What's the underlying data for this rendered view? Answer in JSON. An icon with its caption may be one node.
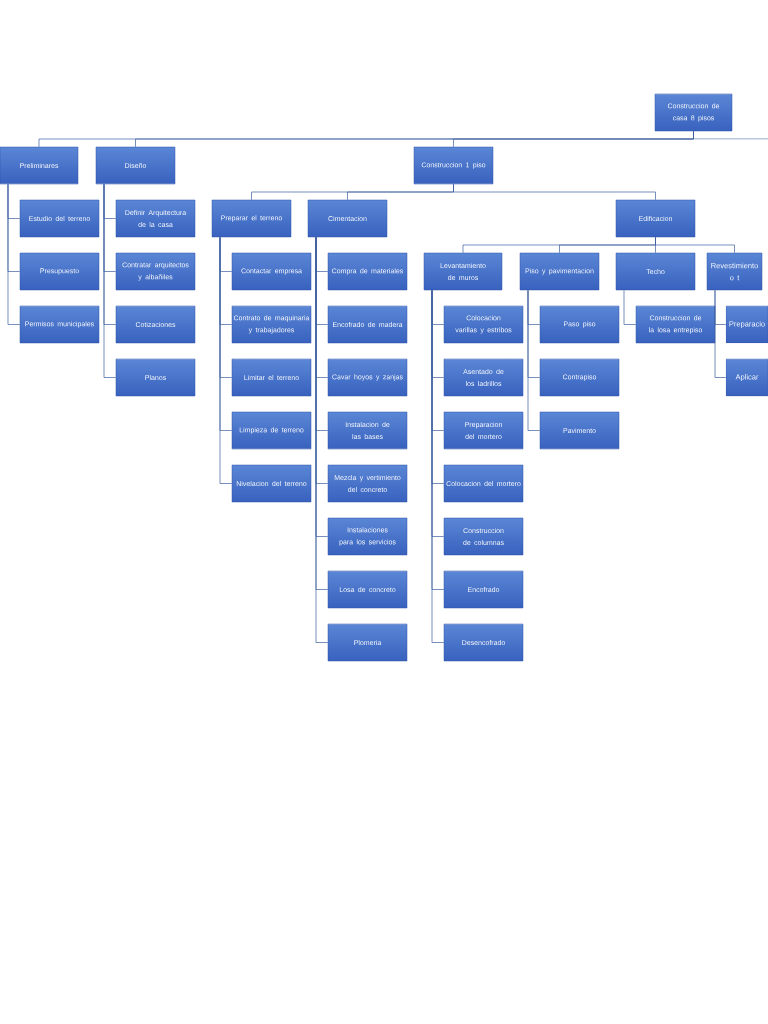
{
  "diagram": {
    "nodes": [
      {
        "text": [
          "Construccion de casa 8 pisos"
        ]
      },
      {
        "text": [
          "Preliminares"
        ]
      },
      {
        "text": [
          "Diseño"
        ]
      },
      {
        "text": [
          "Construccion 1 piso"
        ]
      },
      {
        "text": [
          "Estudio del terreno"
        ]
      },
      {
        "text": [
          "Presupuesto"
        ]
      },
      {
        "text": [
          "Permisos municipales"
        ]
      },
      {
        "text": [
          "Definir Arquitectura de la casa"
        ]
      },
      {
        "text": [
          "Contratar arquitectos y albañiles"
        ]
      },
      {
        "text": [
          "Cotizaciones"
        ]
      },
      {
        "text": [
          "Planos"
        ]
      },
      {
        "text": [
          "Preparar el terreno"
        ]
      },
      {
        "text": [
          "Cimentacion"
        ]
      },
      {
        "text": [
          "Edificacion"
        ]
      },
      {
        "text": [
          "Contactar empresa"
        ]
      },
      {
        "text": [
          "Contrato de maquinaria y trabajadores"
        ]
      },
      {
        "text": [
          "Limitar el terreno"
        ]
      },
      {
        "text": [
          "Limpieza de terreno"
        ]
      },
      {
        "text": [
          "Nivelacion del terreno"
        ]
      },
      {
        "text": [
          "Compra de materiales"
        ]
      },
      {
        "text": [
          "Encofrado de madera"
        ]
      },
      {
        "text": [
          "Cavar hoyos y zanjas"
        ]
      },
      {
        "text": [
          "Instalacion de las bases"
        ]
      },
      {
        "text": [
          "Mezcla y vertimiento del concreto"
        ]
      },
      {
        "text": [
          "Instalaciones para los servicios"
        ]
      },
      {
        "text": [
          "Losa de concreto"
        ]
      },
      {
        "text": [
          "Plomeria"
        ]
      },
      {
        "text": [
          "Levantamiento de muros"
        ]
      },
      {
        "text": [
          "Piso y pavimentacion"
        ]
      },
      {
        "text": [
          "Techo"
        ]
      },
      {
        "text": [
          "Revestimiento o t"
        ]
      },
      {
        "text": [
          "Colocacion varillas y estribos"
        ]
      },
      {
        "text": [
          "Asentado de los ladrillos"
        ]
      },
      {
        "text": [
          "Preparacion del mortero"
        ]
      },
      {
        "text": [
          "Colocacion del mortero"
        ]
      },
      {
        "text": [
          "Construccion de columnas"
        ]
      },
      {
        "text": [
          "Encofrado"
        ]
      },
      {
        "text": [
          "Desencofrado"
        ]
      },
      {
        "text": [
          "Paso piso"
        ]
      },
      {
        "text": [
          "Contrapiso"
        ]
      },
      {
        "text": [
          "Pavimento"
        ]
      },
      {
        "text": [
          "Construccion de la losa entrepiso"
        ]
      },
      {
        "text": [
          "Preparacio"
        ]
      },
      {
        "text": [
          "Aplicar"
        ]
      }
    ],
    "edges": [
      {
        "from": 0,
        "to": 1,
        "arrow": "none"
      },
      {
        "from": 0,
        "to": 2,
        "arrow": "none"
      },
      {
        "from": 0,
        "to": 3,
        "arrow": "none"
      },
      {
        "from": 0,
        "to": null,
        "arrow": "none"
      },
      {
        "from": 1,
        "to": 4,
        "arrow": "none"
      },
      {
        "from": 1,
        "to": 5,
        "arrow": "none"
      },
      {
        "from": 1,
        "to": 6,
        "arrow": "none"
      },
      {
        "from": 2,
        "to": 7,
        "arrow": "none"
      },
      {
        "from": 2,
        "to": 8,
        "arrow": "none"
      },
      {
        "from": 2,
        "to": 9,
        "arrow": "none"
      },
      {
        "from": 2,
        "to": 10,
        "arrow": "none"
      },
      {
        "from": 3,
        "to": 11,
        "arrow": "none"
      },
      {
        "from": 3,
        "to": 12,
        "arrow": "none"
      },
      {
        "from": 3,
        "to": 13,
        "arrow": "none"
      },
      {
        "from": 11,
        "to": 14,
        "arrow": "none"
      },
      {
        "from": 11,
        "to": 15,
        "arrow": "none"
      },
      {
        "from": 11,
        "to": 16,
        "arrow": "none"
      },
      {
        "from": 11,
        "to": 17,
        "arrow": "none"
      },
      {
        "from": 11,
        "to": 18,
        "arrow": "none"
      },
      {
        "from": 12,
        "to": 19,
        "arrow": "none"
      },
      {
        "from": 12,
        "to": 20,
        "arrow": "none"
      },
      {
        "from": 12,
        "to": 21,
        "arrow": "none"
      },
      {
        "from": 12,
        "to": 22,
        "arrow": "none"
      },
      {
        "from": 12,
        "to": 23,
        "arrow": "none"
      },
      {
        "from": 12,
        "to": 24,
        "arrow": "none"
      },
      {
        "from": 12,
        "to": 25,
        "arrow": "none"
      },
      {
        "from": 12,
        "to": 26,
        "arrow": "none"
      },
      {
        "from": 13,
        "to": 27,
        "arrow": "none"
      },
      {
        "from": 13,
        "to": 28,
        "arrow": "none"
      },
      {
        "from": 13,
        "to": 29,
        "arrow": "none"
      },
      {
        "from": 13,
        "to": 30,
        "arrow": "none"
      },
      {
        "from": 27,
        "to": 31,
        "arrow": "none"
      },
      {
        "from": 27,
        "to": 32,
        "arrow": "none"
      },
      {
        "from": 27,
        "to": 33,
        "arrow": "none"
      },
      {
        "from": 27,
        "to": 34,
        "arrow": "none"
      },
      {
        "from": 27,
        "to": 35,
        "arrow": "none"
      },
      {
        "from": 27,
        "to": 36,
        "arrow": "none"
      },
      {
        "from": 27,
        "to": 37,
        "arrow": "none"
      },
      {
        "from": 28,
        "to": 38,
        "arrow": "none"
      },
      {
        "from": 28,
        "to": 39,
        "arrow": "none"
      },
      {
        "from": 28,
        "to": 40,
        "arrow": "none"
      },
      {
        "from": 29,
        "to": 41,
        "arrow": "none"
      },
      {
        "from": 30,
        "to": 42,
        "arrow": "none"
      },
      {
        "from": 30,
        "to": 43,
        "arrow": "none"
      }
    ]
  }
}
